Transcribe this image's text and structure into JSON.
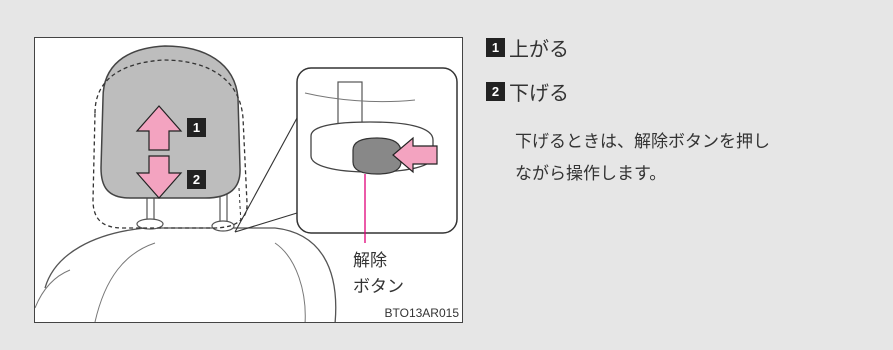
{
  "figure": {
    "code": "BTO13AR015",
    "markers": [
      "1",
      "2"
    ],
    "release_label_lines": [
      "解除",
      "ボタン"
    ],
    "colors": {
      "arrow_fill": "#f3a3c0",
      "arrow_stroke": "#222222",
      "pointer_line": "#e0007a",
      "headrest_fill": "#bdbdbd"
    }
  },
  "steps": [
    {
      "number": "1",
      "label": "上がる"
    },
    {
      "number": "2",
      "label": "下げる"
    }
  ],
  "note": {
    "lines": [
      "下げるときは、解除ボタンを押し",
      "ながら操作します。"
    ]
  }
}
